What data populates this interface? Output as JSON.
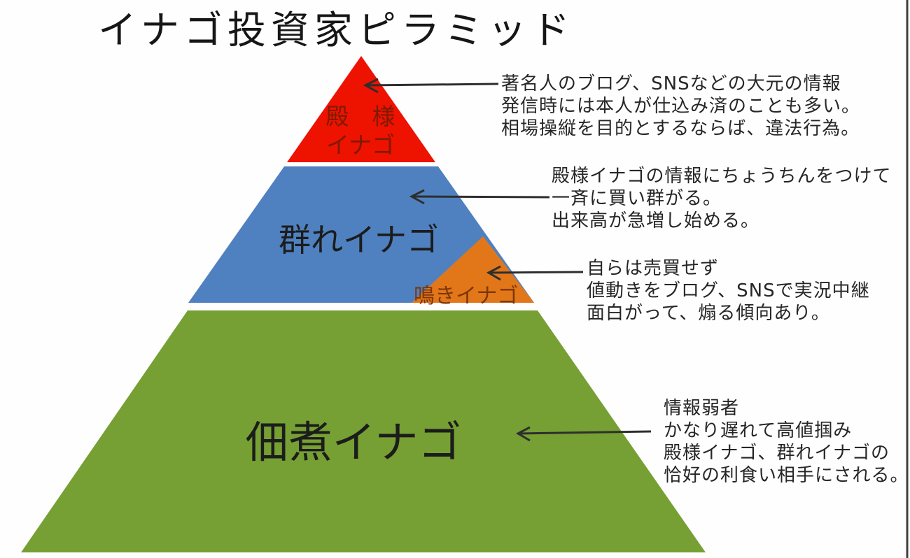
{
  "title": "イナゴ投資家ピラミッド",
  "colors": {
    "tonosama_fill": "#ee1200",
    "mure_fill": "#4f81c0",
    "naki_fill": "#e2771a",
    "tsukudani_fill": "#76a033",
    "tonosama_label": "#7f1a00",
    "naki_label": "#7e3608",
    "arrow": "#2e2e2e",
    "right_border": "#3f3f3f"
  },
  "levels": {
    "tonosama": {
      "label_line1": "殿　様",
      "label_line2": "イナゴ"
    },
    "mure": {
      "label": "群れイナゴ"
    },
    "naki": {
      "label": "鳴きイナゴ"
    },
    "tsukudani": {
      "label": "佃煮イナゴ"
    }
  },
  "annotations": {
    "tonosama": {
      "lines": [
        "著名人のブログ、SNSなどの大元の情報",
        "発信時には本人が仕込み済のことも多い。",
        "相場操縦を目的とするならば、違法行為。"
      ]
    },
    "mure": {
      "lines": [
        "殿様イナゴの情報にちょうちんをつけて",
        "一斉に買い群がる。",
        "出来高が急増し始める。"
      ]
    },
    "naki": {
      "lines": [
        "自らは売買せず",
        "値動きをブログ、SNSで実況中継",
        "面白がって、煽る傾向あり。"
      ]
    },
    "tsukudani": {
      "lines": [
        "情報弱者",
        "かなり遅れて高値掴み",
        "殿様イナゴ、群れイナゴの",
        "恰好の利食い相手にされる。"
      ]
    }
  }
}
